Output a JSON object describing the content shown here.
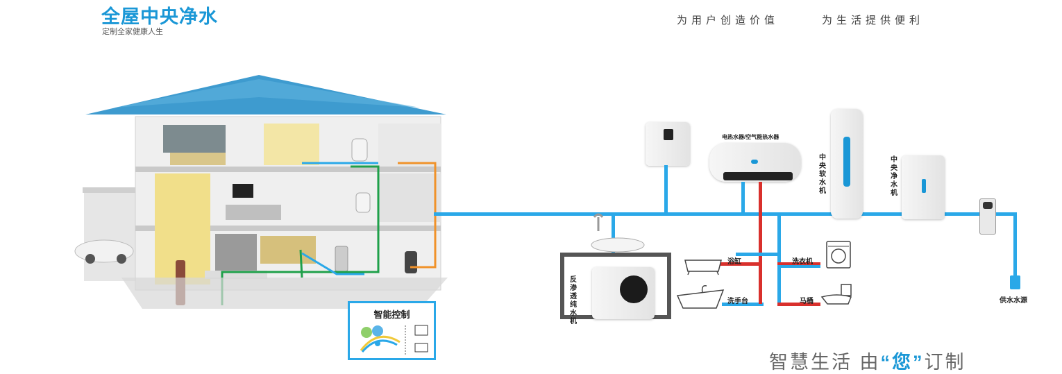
{
  "header": {
    "title": "全屋中央净水",
    "subtitle": "定制全家健康人生",
    "slogan_left": "为用户创造价值",
    "slogan_right": "为生活提供便利"
  },
  "smart_control": {
    "title": "智能控制"
  },
  "labels": {
    "water_heater": "电热水器/空气能热水器",
    "central_softener": "中央软水机",
    "central_purifier": "中央净水机",
    "ro_machine": "反渗透纯水机",
    "bathtub": "浴缸",
    "wash_basin": "洗手台",
    "washing_machine": "洗衣机",
    "toilet": "马桶",
    "water_source": "供水水源"
  },
  "footer": {
    "slogan_pre": "智慧生活  由",
    "slogan_quote": "“您”",
    "slogan_post": "订制"
  },
  "colors": {
    "brand_blue": "#1a97d6",
    "pipe_blue": "#2aa8e8",
    "pipe_red": "#d9302c",
    "pipe_green": "#1fa04a",
    "pipe_orange": "#f0922a"
  }
}
